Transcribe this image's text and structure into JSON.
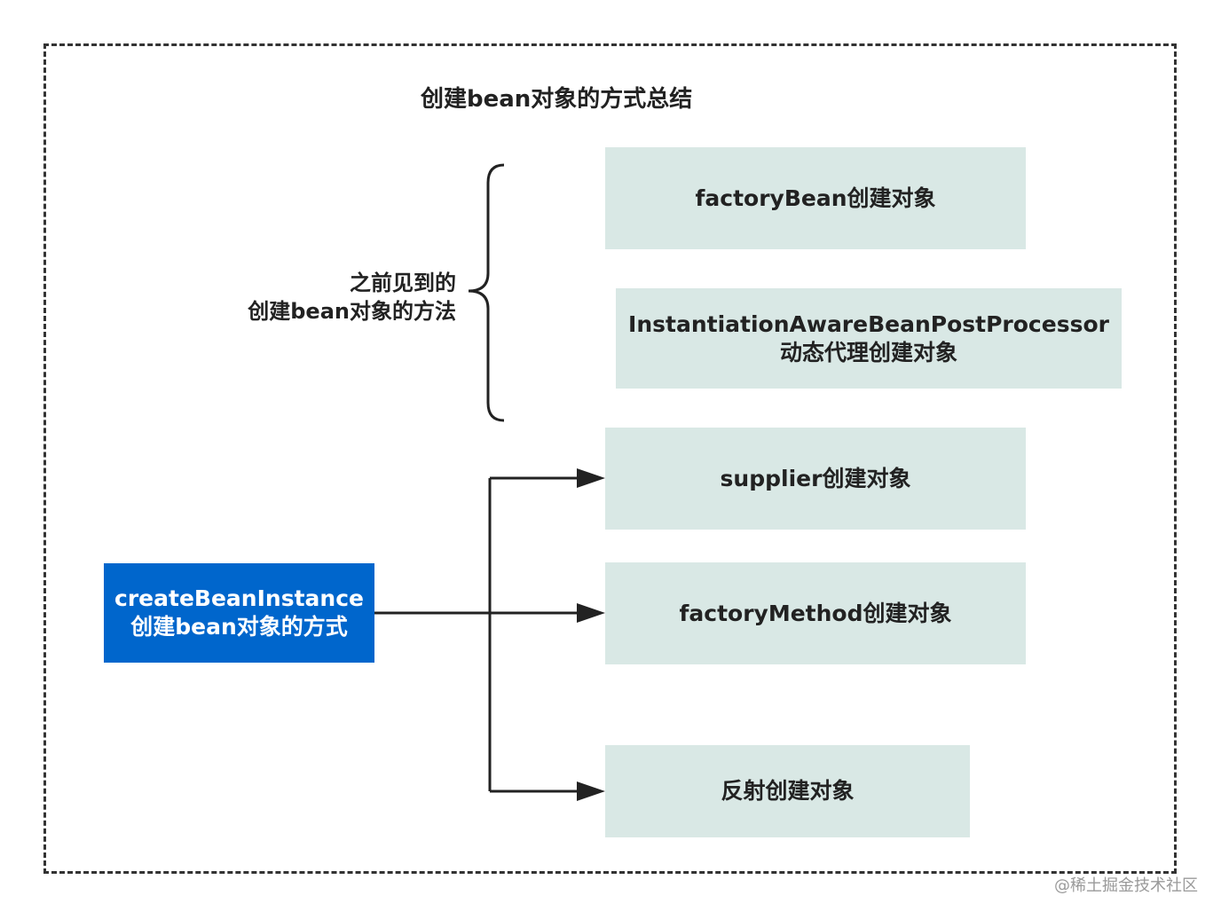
{
  "title": "创建bean对象的方式总结",
  "brace_label": {
    "line1": "之前见到的",
    "line2": "创建bean对象的方法"
  },
  "boxes": {
    "factory_bean": "factoryBean创建对象",
    "instantiation_line1": "InstantiationAwareBeanPostProcessor",
    "instantiation_line2": "动态代理创建对象",
    "supplier": "supplier创建对象",
    "factory_method": "factoryMethod创建对象",
    "reflection": "反射创建对象"
  },
  "source": {
    "line1": "createBeanInstance",
    "line2": "创建bean对象的方式"
  },
  "watermark": "@稀土掘金技术社区",
  "colors": {
    "box_fill": "#d9e8e5",
    "source_fill": "#0066cc",
    "line": "#222222",
    "frame": "#333333"
  }
}
